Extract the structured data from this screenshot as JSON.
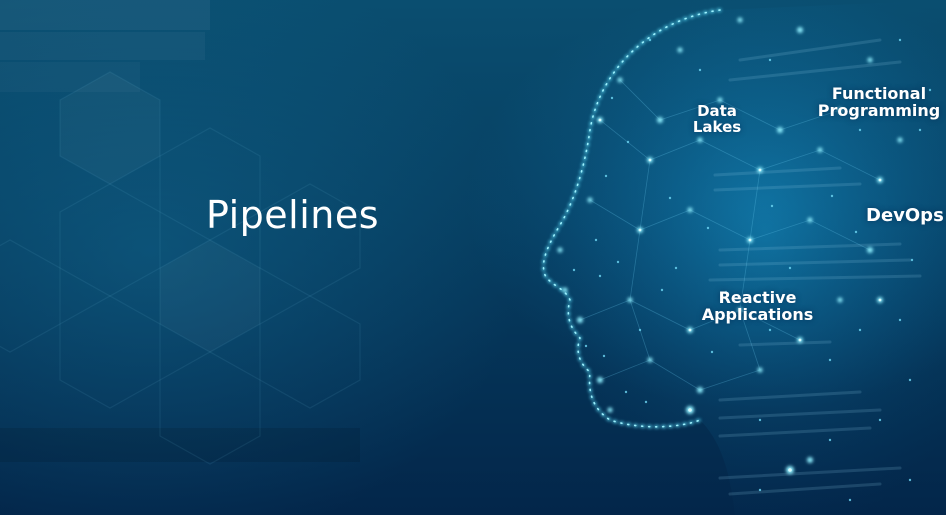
{
  "title": "Pipelines",
  "labels": {
    "data_lakes": [
      "Data",
      "Lakes"
    ],
    "functional_programming": [
      "Functional",
      "Programming"
    ],
    "devops": "DevOps",
    "reactive_applications": [
      "Reactive",
      "Applications"
    ]
  },
  "colors": {
    "background_top": "#0a4e70",
    "background_bottom": "#03264a",
    "glow": "#3fd2ff",
    "text": "#ffffff"
  }
}
